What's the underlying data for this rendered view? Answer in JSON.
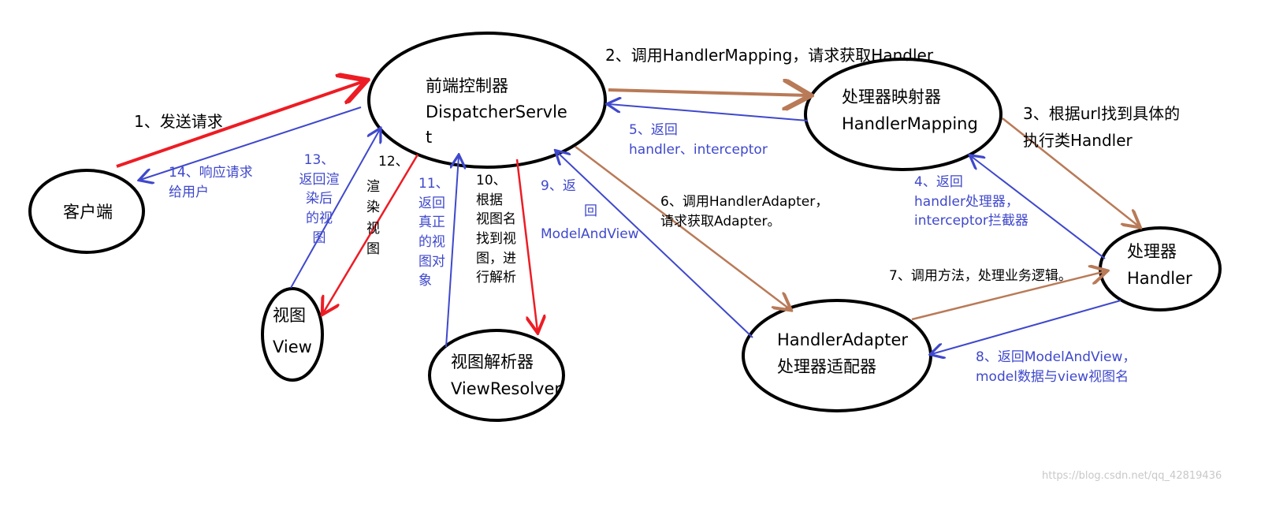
{
  "nodes": {
    "client": "客户端",
    "dispatcher": "前端控制器\nDispatcherServle\nt",
    "handler_mapping": "处理器映射器\nHandlerMapping",
    "handler": "处理器\nHandler",
    "handler_adapter": "HandlerAdapter\n处理器适配器",
    "view_resolver": "视图解析器\nViewResolver",
    "view": "视图\nView"
  },
  "steps": {
    "s1": "1、发送请求",
    "s2": "2、调用HandlerMapping，请求获取Handler",
    "s3": "3、根据url找到具体的\n执行类Handler",
    "s4": "4、返回\nhandler处理器，\ninterceptor拦截器",
    "s5": "5、返回\nhandler、interceptor",
    "s6": "6、调用HandlerAdapter，\n请求获取Adapter。",
    "s7": "7、调用方法，处理业务逻辑。",
    "s8": "8、返回ModelAndView，\nmodel数据与view视图名",
    "s9a": "9、返",
    "s9b": "回",
    "s9c": "ModelAndView",
    "s10": "10、\n根据\n视图名\n找到视\n图，进\n行解析",
    "s11": "11、\n返回\n真正\n的视\n图对\n象",
    "s12a": "12、",
    "s12b": "渲\n染\n视\n图",
    "s13": "13、\n返回渲\n染后\n的视\n图",
    "s14": "14、响应请求\n给用户"
  },
  "watermark": "https://blog.csdn.net/qq_42819436",
  "colors": {
    "red": "#ED1C24",
    "blue": "#3F48CC",
    "brown": "#B97A57",
    "black": "#000000",
    "text_blue": "#3F48CC"
  }
}
